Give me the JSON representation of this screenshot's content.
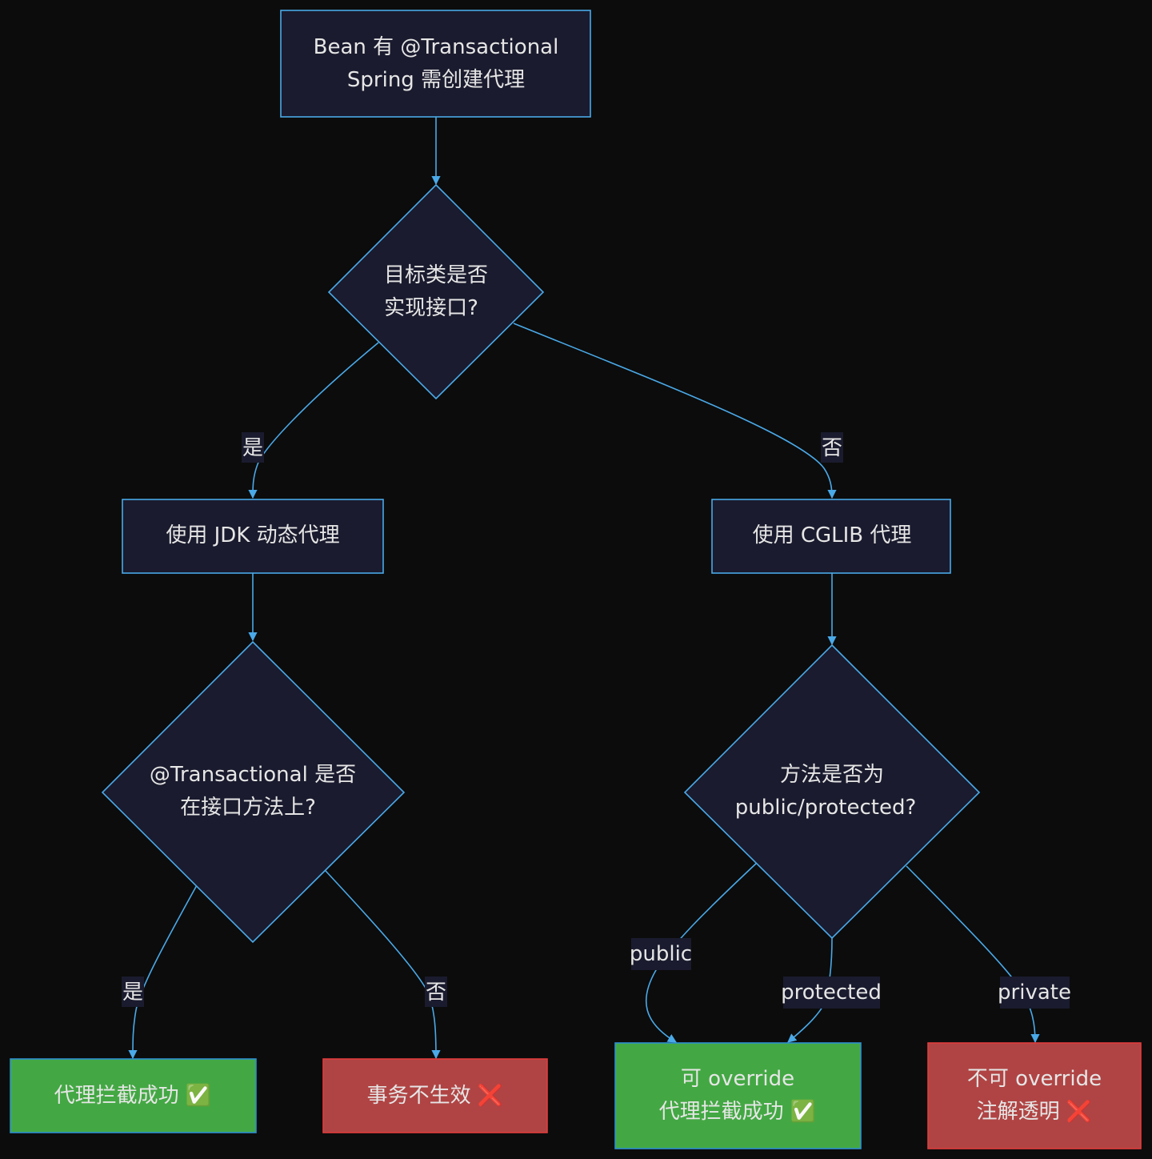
{
  "colors": {
    "background": "#0c0c0c",
    "node_fill": "#1a1b2e",
    "node_stroke": "#4aa9e8",
    "edge": "#4aa9e8",
    "success_fill": "#43a843",
    "success_stroke": "#2d8fd0",
    "fail_fill": "#b04444",
    "fail_stroke": "#e03c3c",
    "label_bg": "#1a1b2e",
    "text": "#e6e6e6"
  },
  "nodes": {
    "start": {
      "line1": "Bean 有 @Transactional",
      "line2": "Spring 需创建代理"
    },
    "implements_interface": {
      "line1": "目标类是否",
      "line2": "实现接口?"
    },
    "jdk_proxy": {
      "text": "使用 JDK 动态代理"
    },
    "cglib_proxy": {
      "text": "使用 CGLIB 代理"
    },
    "annotation_on_interface": {
      "line1": "@Transactional 是否",
      "line2": "在接口方法上?"
    },
    "method_visibility": {
      "line1": "方法是否为",
      "line2": "public/protected?"
    },
    "jdk_success": {
      "text": "代理拦截成功 ✅"
    },
    "jdk_fail": {
      "text": "事务不生效 ❌"
    },
    "cglib_success": {
      "line1": "可 override",
      "line2": "代理拦截成功 ✅"
    },
    "cglib_fail": {
      "line1": "不可 override",
      "line2": "注解透明 ❌"
    }
  },
  "edge_labels": {
    "interface_yes": "是",
    "interface_no": "否",
    "annotation_yes": "是",
    "annotation_no": "否",
    "public": "public",
    "protected": "protected",
    "private": "private"
  }
}
